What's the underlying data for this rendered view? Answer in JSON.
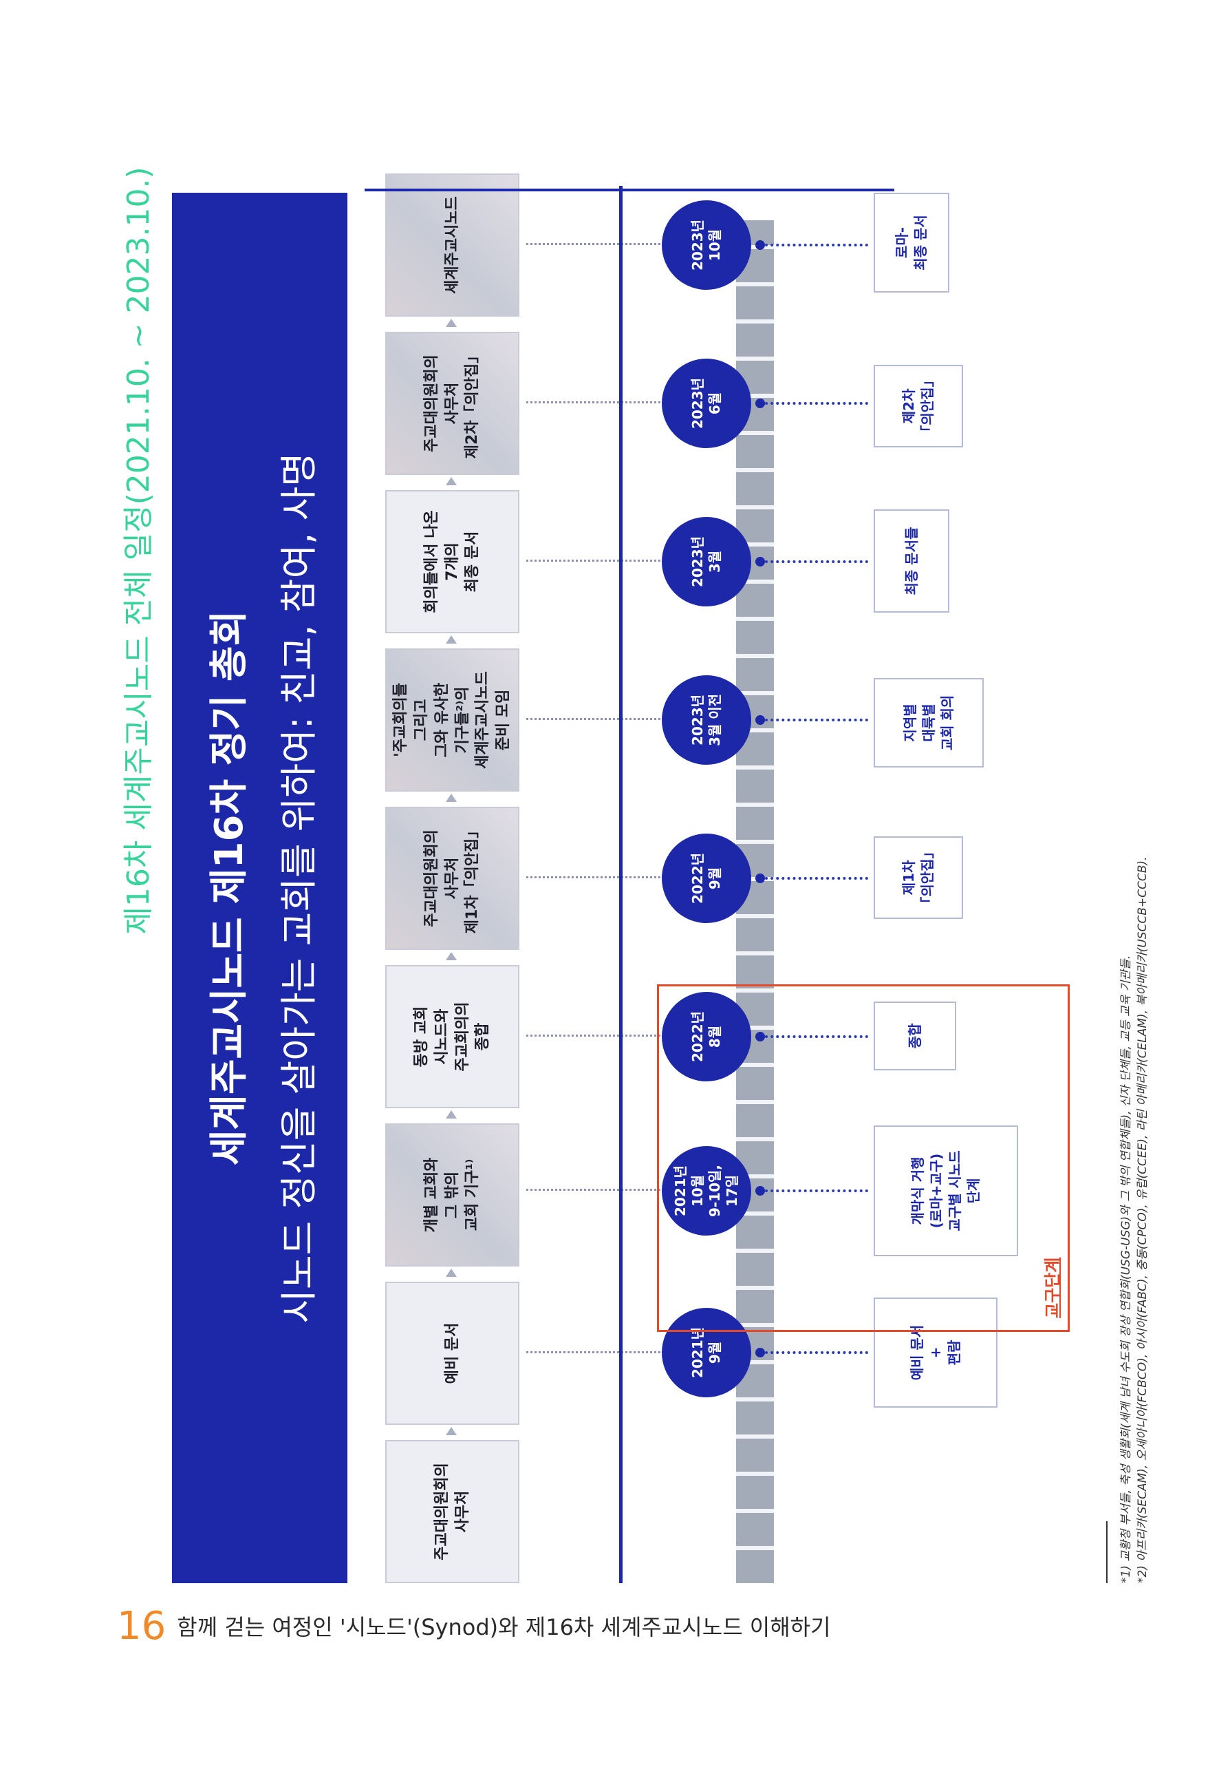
{
  "side_title": "제16차 세계주교시노드 전체 일정(2021.10. ~ 2023.10.)",
  "banner": {
    "title": "세계주교시노드 제16차 정기 총회",
    "subtitle": "시노드 정신을 살아가는 교회를 위하여: 친교, 참여, 사명"
  },
  "cards": [
    "주교대의원회의\n사무처",
    "예비 문서",
    "개별 교회와\n그 밖의\n교회 기구¹⁾",
    "동방 교회\n시노드와\n주교회의의\n종합",
    "주교대의원회의\n사무처\n제1차「의안집」",
    "'주교회의들\n그리고\n그와 유사한\n기구들²⁾의\n세계주교시노드\n준비 모임",
    "회의들에서 나온\n7개의\n최종 문서",
    "주교대의원회의\n사무처\n제2차「의안집」",
    "세계주교시노드"
  ],
  "dates": [
    "2021년\n9월",
    "2021년\n10월\n9-10일,\n17일",
    "2022년\n8월",
    "2022년\n9월",
    "2023년\n3월 이전",
    "2023년\n3월",
    "2023년\n6월",
    "2023년\n10월"
  ],
  "outputs": [
    "예비 문서\n+\n편람",
    "개막식 거행\n(로마+교구)\n교구별 시노드\n단계",
    "종합",
    "제1차\n「의안집」",
    "지역별\n대륙별\n교회 회의",
    "최종 문서들",
    "제2차\n「의안집」",
    "로마-\n최종 문서"
  ],
  "diocesan_stage_label": "교구단계",
  "notes": [
    "*1) 교황청 부서들, 축성 생활회(세계 남녀 수도회 장상 연합회(USG-USG)와 그 밖의 연합체들), 신자 단체들, 교등 교육 기관들.",
    "*2) 아프리카(SECAM), 오세아니아(FCBCO), 아시아(FABC), 중동(CPCO), 유럽(CCEE), 라틴 아메리카(CELAM), 북아메리카(USCCB+CCCB)."
  ],
  "footer": {
    "page_number": "16",
    "text": "함께 걷는 여정인 '시노드'(Synod)와 제16차 세계주교시노드 이해하기"
  },
  "colors": {
    "navy": "#1c28a8",
    "green_title": "#37d39a",
    "orange_accent": "#e34a2a",
    "page_number": "#f08a28"
  }
}
